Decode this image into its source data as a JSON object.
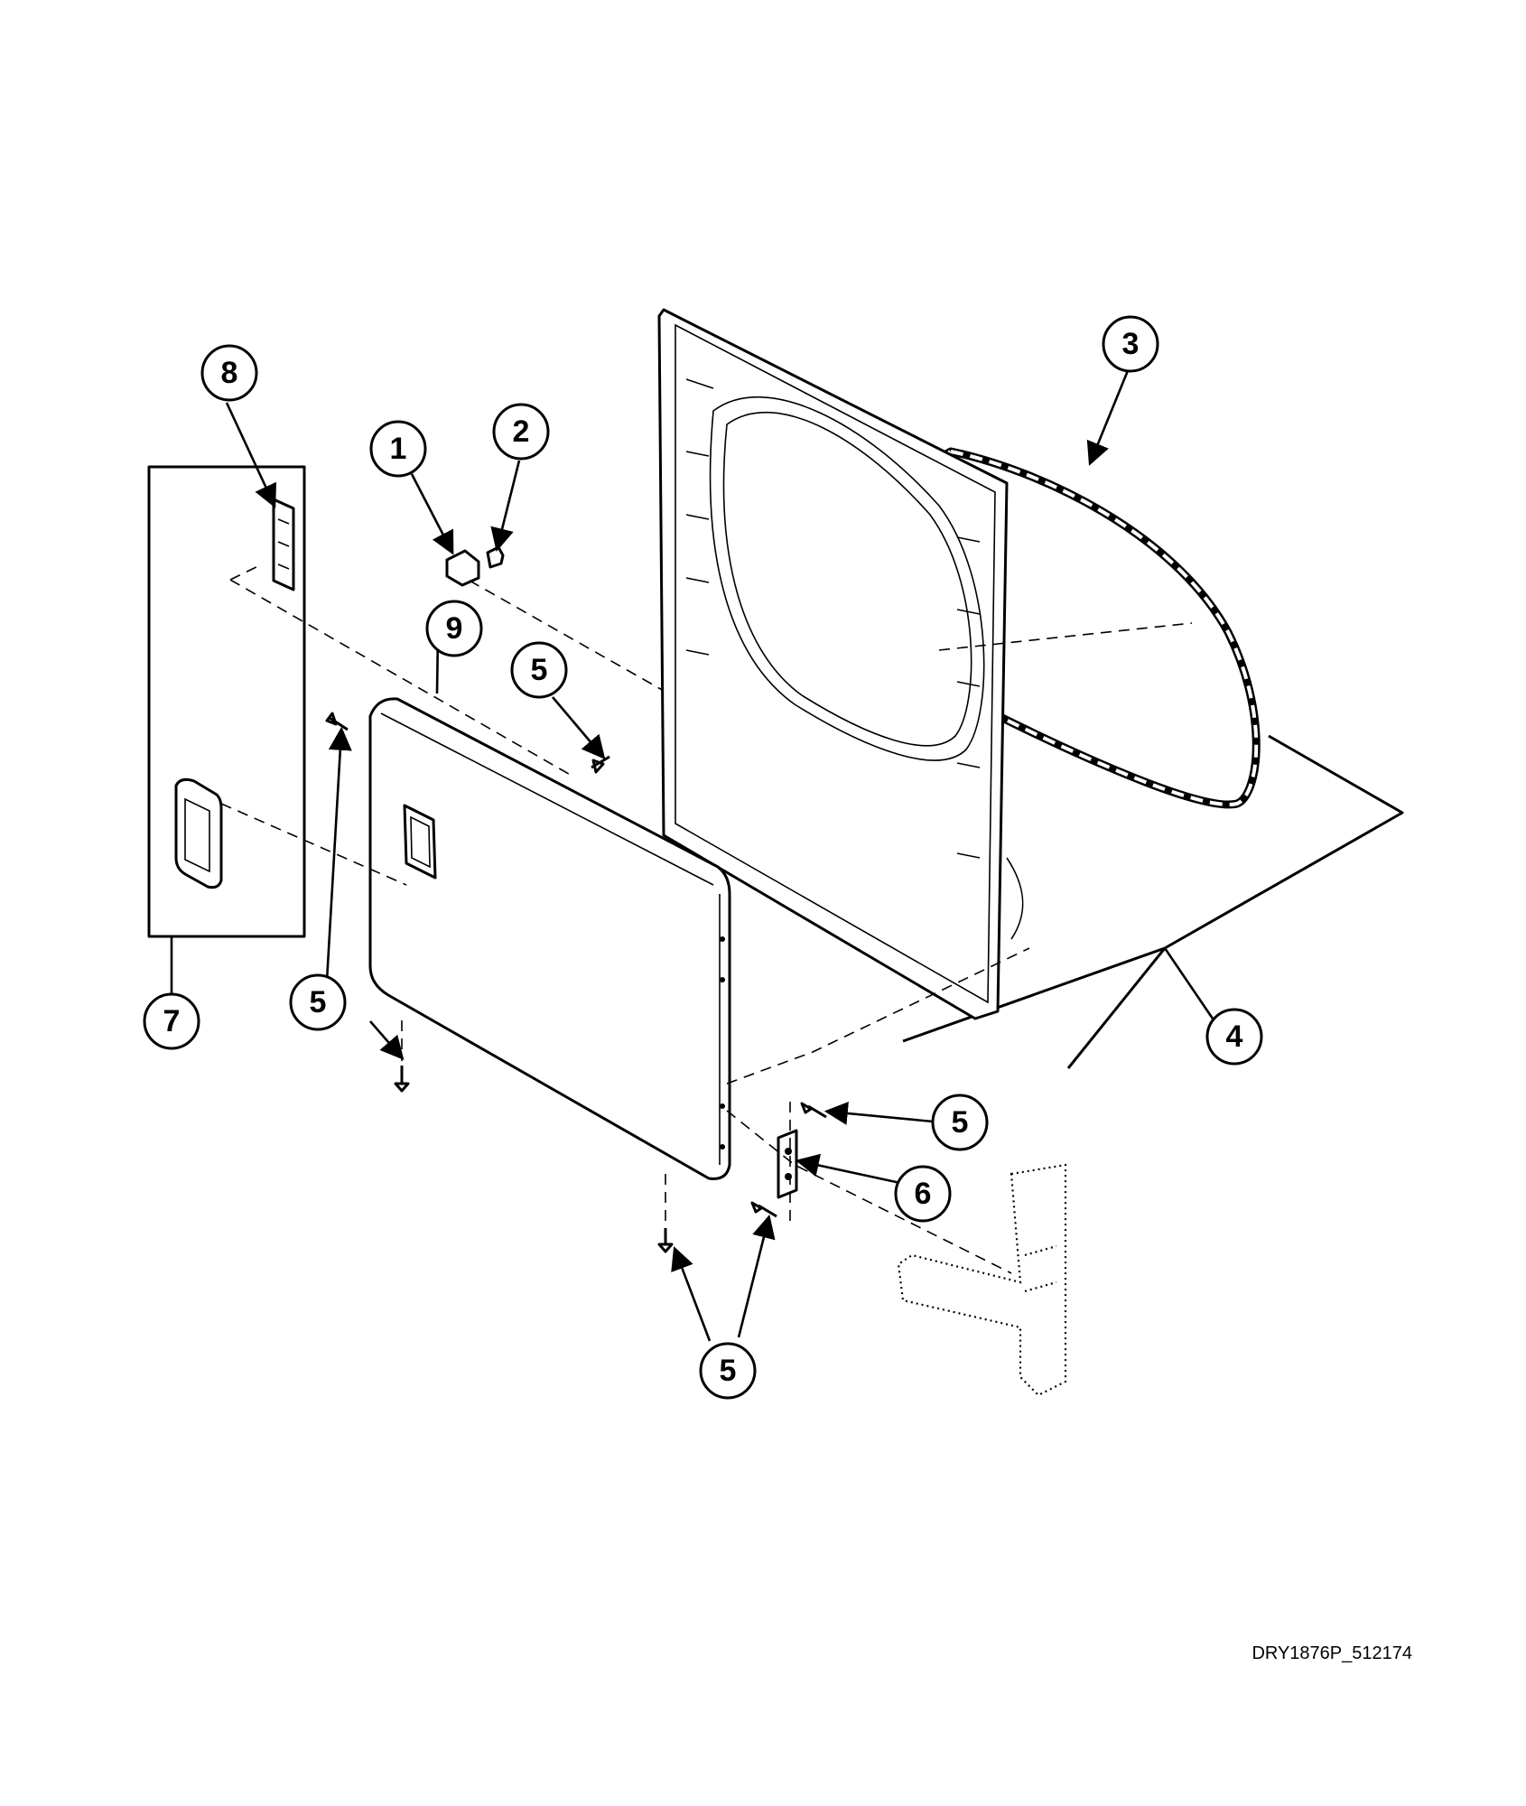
{
  "diagram": {
    "drawing_id": "DRY1876P_512174",
    "callouts": [
      {
        "id": "1",
        "label": "1"
      },
      {
        "id": "2",
        "label": "2"
      },
      {
        "id": "3",
        "label": "3"
      },
      {
        "id": "4",
        "label": "4"
      },
      {
        "id": "5a",
        "label": "5"
      },
      {
        "id": "5b",
        "label": "5"
      },
      {
        "id": "5c",
        "label": "5"
      },
      {
        "id": "5d",
        "label": "5"
      },
      {
        "id": "5e",
        "label": "5"
      },
      {
        "id": "6",
        "label": "6"
      },
      {
        "id": "7",
        "label": "7"
      },
      {
        "id": "8",
        "label": "8"
      },
      {
        "id": "9",
        "label": "9"
      }
    ]
  }
}
